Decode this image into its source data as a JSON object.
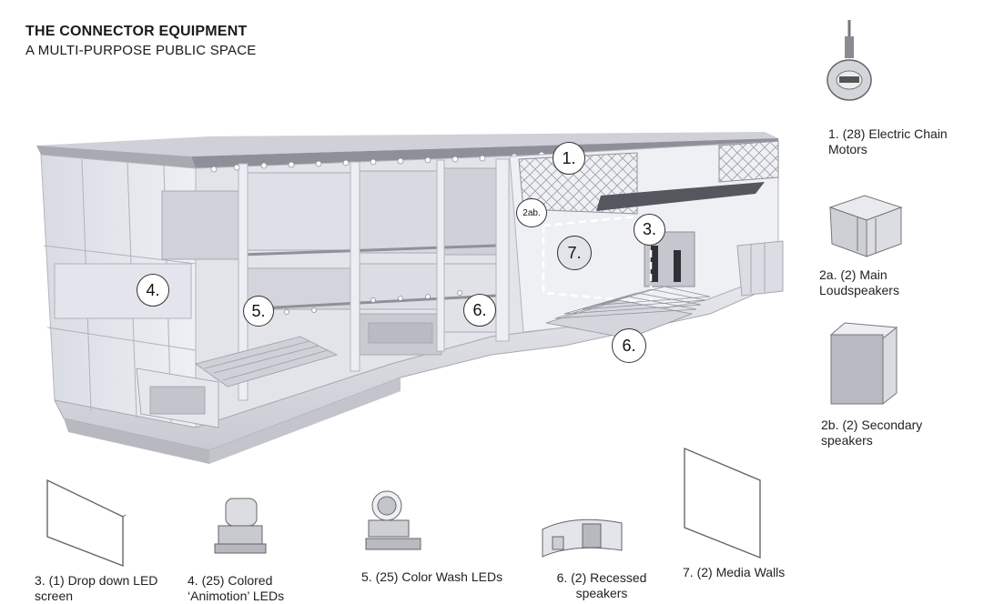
{
  "header": {
    "title": "THE CONNECTOR EQUIPMENT",
    "subtitle": "A MULTI-PURPOSE PUBLIC SPACE"
  },
  "markers": {
    "m1": "1.",
    "m2ab": "2ab.",
    "m3": "3.",
    "m4": "4.",
    "m5": "5.",
    "m6a": "6.",
    "m6b": "6.",
    "m7": "7."
  },
  "equipment": {
    "motors": "1. (28) Electric Chain Motors",
    "main_speakers": "2a. (2) Main Loudspeakers",
    "secondary_speakers": "2b. (2) Secondary speakers",
    "led_screen": "3. (1) Drop down LED screen",
    "animotion": "4. (25) Colored ‘Animotion’ LEDs",
    "color_wash": "5. (25) Color Wash LEDs",
    "recessed": "6. (2) Recessed speakers",
    "media_walls": "7. (2) Media Walls"
  }
}
